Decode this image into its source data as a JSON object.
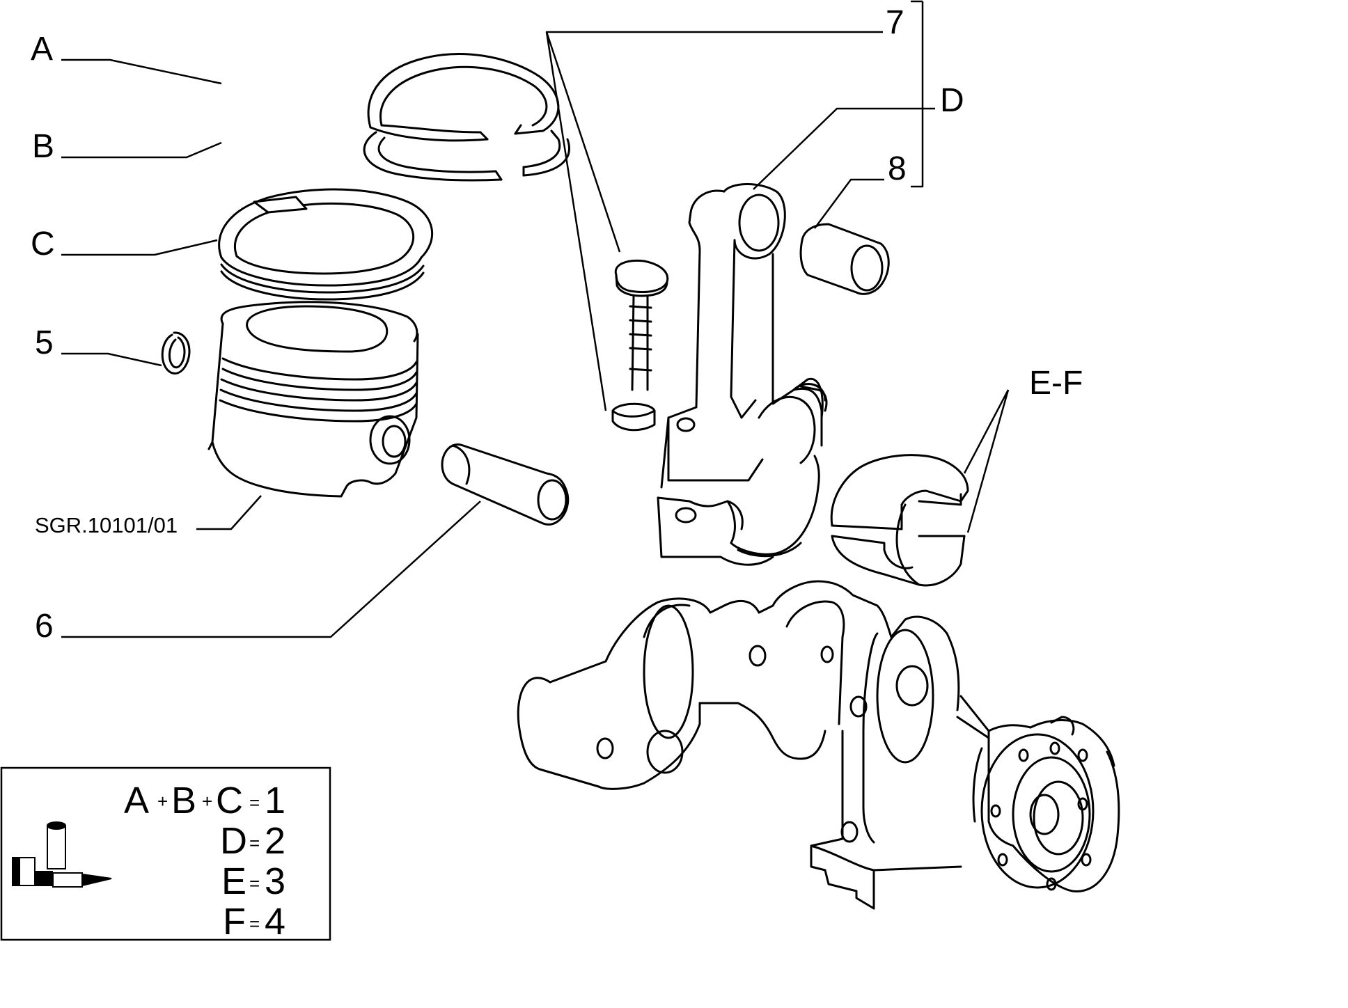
{
  "callouts": {
    "a": "A",
    "b": "B",
    "c": "C",
    "five": "5",
    "six": "6",
    "seven": "7",
    "eight": "8",
    "d": "D",
    "ef": "E-F",
    "ref": "SGR.10101/01"
  },
  "legend": {
    "rows": [
      {
        "lhs": "A",
        "op1": "+",
        "mid": "B",
        "op2": "+",
        "rhs": "C",
        "eq": "=",
        "qty": "1"
      },
      {
        "lhs": "D",
        "eq": "=",
        "qty": "2"
      },
      {
        "lhs": "E",
        "eq": "=",
        "qty": "3"
      },
      {
        "lhs": "F",
        "eq": "=",
        "qty": "4"
      }
    ],
    "icon": "fiat-parts-boxes-icon"
  },
  "colors": {
    "ink": "#000000",
    "paper": "#ffffff"
  }
}
